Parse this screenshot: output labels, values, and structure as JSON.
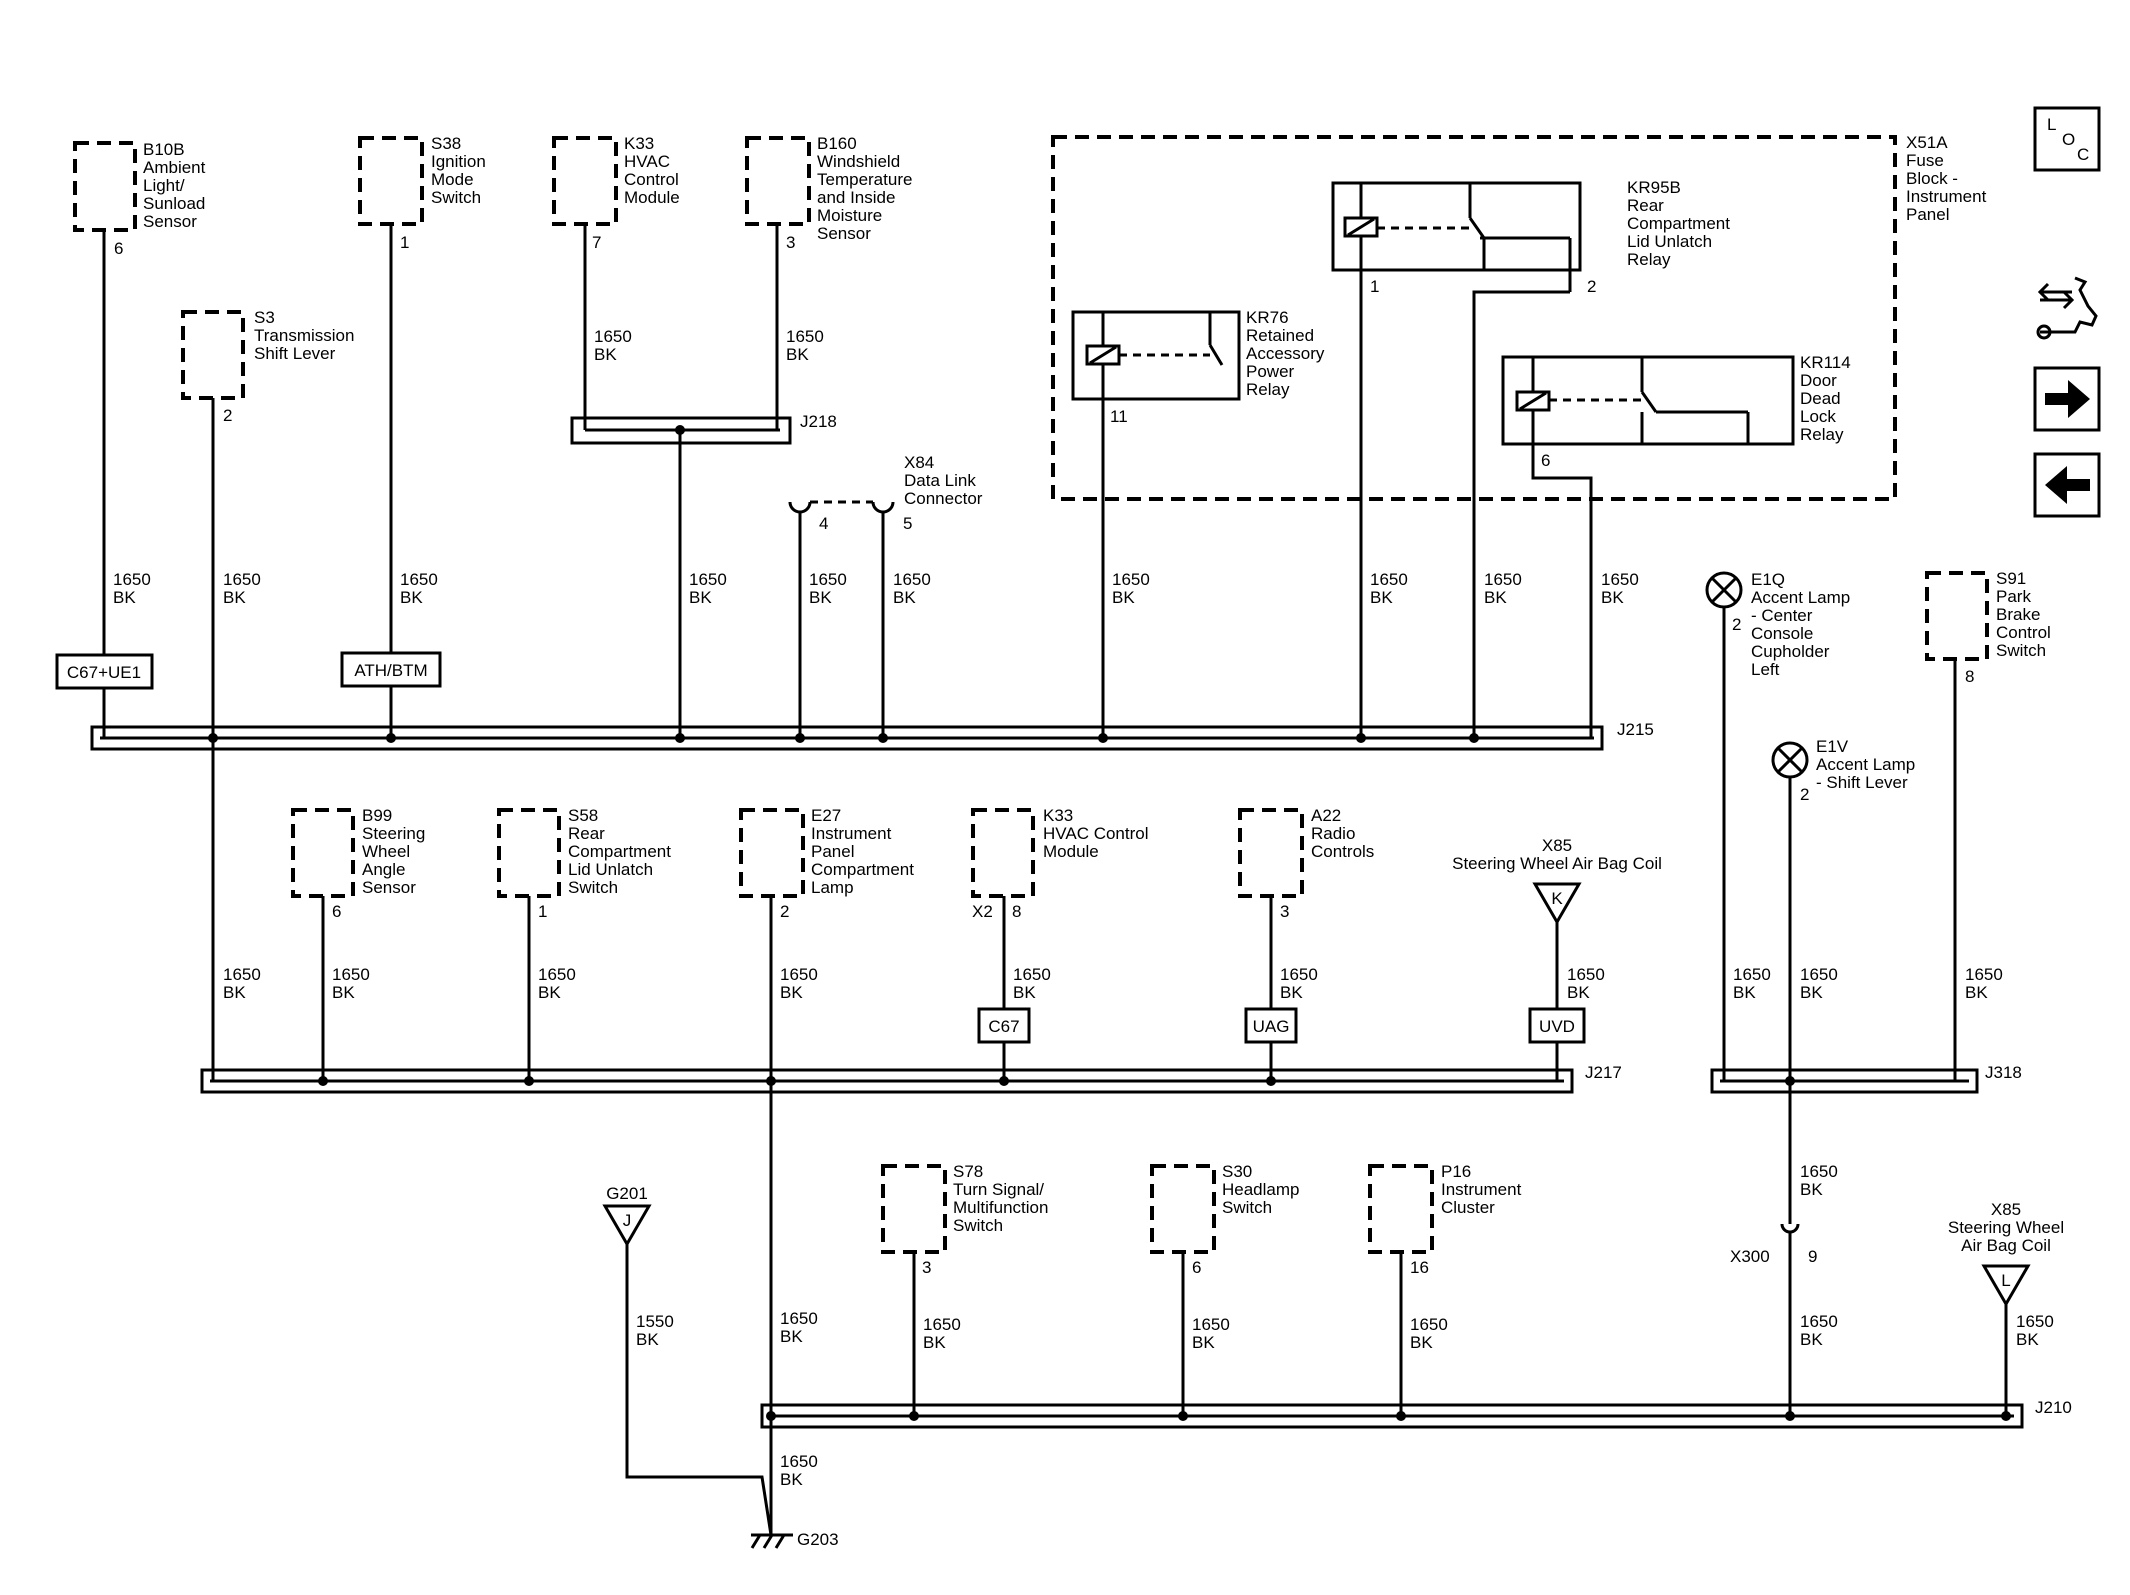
{
  "nav": {
    "loc": [
      "L",
      "O",
      "C"
    ]
  },
  "buses": {
    "j215": "J215",
    "j217": "J217",
    "j318": "J318",
    "j210": "J210",
    "j218": "J218"
  },
  "fuse_block": {
    "ref": "X51A",
    "desc": [
      "Fuse",
      "Block -",
      "Instrument",
      "Panel"
    ]
  },
  "components": {
    "b10b": {
      "ref": "B10B",
      "desc": [
        "Ambient",
        "Light/",
        "Sunload",
        "Sensor"
      ],
      "pin": "6"
    },
    "s3": {
      "ref": "S3",
      "desc": [
        "Transmission",
        "Shift Lever"
      ],
      "pin": "2"
    },
    "s38": {
      "ref": "S38",
      "desc": [
        "Ignition",
        "Mode",
        "Switch"
      ],
      "pin": "1"
    },
    "k33a": {
      "ref": "K33",
      "desc": [
        "HVAC",
        "Control",
        "Module"
      ],
      "pin": "7"
    },
    "b160": {
      "ref": "B160",
      "desc": [
        "Windshield",
        "Temperature",
        "and Inside",
        "Moisture",
        "Sensor"
      ],
      "pin": "3"
    },
    "x84": {
      "ref": "X84",
      "desc": [
        "Data Link",
        "Connector"
      ],
      "pin_a": "4",
      "pin_b": "5"
    },
    "kr76": {
      "ref": "KR76",
      "desc": [
        "Retained",
        "Accessory",
        "Power",
        "Relay"
      ],
      "pin": "11"
    },
    "kr95b": {
      "ref": "KR95B",
      "desc": [
        "Rear",
        "Compartment",
        "Lid Unlatch",
        "Relay"
      ],
      "pin_a": "1",
      "pin_b": "2"
    },
    "kr114": {
      "ref": "KR114",
      "desc": [
        "Door",
        "Dead",
        "Lock",
        "Relay"
      ],
      "pin": "6"
    },
    "e1q": {
      "ref": "E1Q",
      "desc": [
        "Accent Lamp",
        "- Center",
        "Console",
        "Cupholder",
        "Left"
      ],
      "pin": "2"
    },
    "s91": {
      "ref": "S91",
      "desc": [
        "Park",
        "Brake",
        "Control",
        "Switch"
      ],
      "pin": "8"
    },
    "e1v": {
      "ref": "E1V",
      "desc": [
        "Accent Lamp",
        "- Shift Lever"
      ],
      "pin": "2"
    },
    "b99": {
      "ref": "B99",
      "desc": [
        "Steering",
        "Wheel",
        "Angle",
        "Sensor"
      ],
      "pin": "6"
    },
    "s58": {
      "ref": "S58",
      "desc": [
        "Rear",
        "Compartment",
        "Lid Unlatch",
        "Switch"
      ],
      "pin": "1"
    },
    "e27": {
      "ref": "E27",
      "desc": [
        "Instrument",
        "Panel",
        "Compartment",
        "Lamp"
      ],
      "pin": "2"
    },
    "k33b": {
      "ref": "K33",
      "desc": [
        "HVAC Control",
        "Module"
      ],
      "conn": "X2",
      "pin": "8"
    },
    "a22": {
      "ref": "A22",
      "desc": [
        "Radio",
        "Controls"
      ],
      "pin": "3"
    },
    "x85a": {
      "ref": "X85",
      "desc": [
        "Steering Wheel Air Bag Coil"
      ],
      "pin": "K"
    },
    "s78": {
      "ref": "S78",
      "desc": [
        "Turn Signal/",
        "Multifunction",
        "Switch"
      ],
      "pin": "3"
    },
    "s30": {
      "ref": "S30",
      "desc": [
        "Headlamp",
        "Switch"
      ],
      "pin": "6"
    },
    "p16": {
      "ref": "P16",
      "desc": [
        "Instrument",
        "Cluster"
      ],
      "pin": "16"
    },
    "x85b": {
      "ref": "X85",
      "desc": [
        "Steering Wheel",
        "Air Bag Coil"
      ],
      "pin": "L"
    },
    "g201": {
      "ref": "G201",
      "pin": "J"
    },
    "g203": {
      "ref": "G203"
    },
    "x300": {
      "ref": "X300",
      "pin": "9"
    }
  },
  "options": {
    "c67ue1": "C67+UE1",
    "athbtm": "ATH/BTM",
    "c67": "C67",
    "uag": "UAG",
    "uvd": "UVD"
  },
  "wire": {
    "circuit": "1650",
    "color": "BK",
    "circuit_g201": "1550"
  }
}
